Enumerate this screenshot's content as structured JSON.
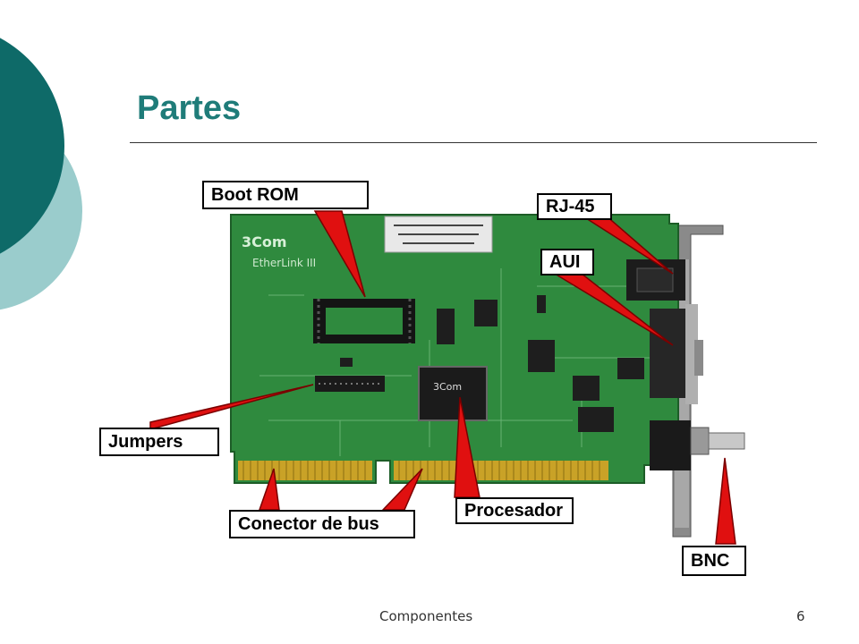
{
  "slide": {
    "title": "Partes",
    "footer_label": "Componentes",
    "page_number": "6"
  },
  "figure": {
    "board_brand": "3Com",
    "board_model": "EtherLink III",
    "chip_brand": "3Com",
    "callouts": {
      "boot_rom": "Boot ROM",
      "rj45": "RJ-45",
      "aui": "AUI",
      "jumpers": "Jumpers",
      "processor": "Procesador",
      "bus_connector": "Conector de bus",
      "bnc": "BNC"
    }
  },
  "colors": {
    "title": "#1f7c79",
    "circle_dark": "#0e6a68",
    "circle_light": "#9acccc",
    "board_green": "#2f8a3e",
    "callout_arrow": "#e01010",
    "gold_contacts": "#c9a227"
  }
}
